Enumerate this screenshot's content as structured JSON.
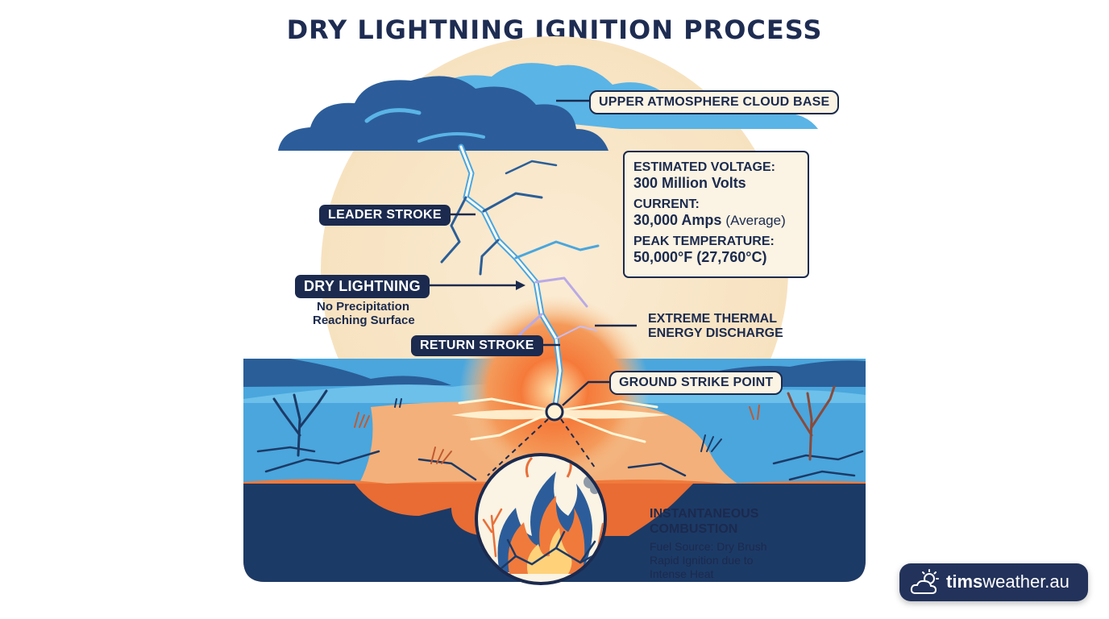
{
  "title": "DRY LIGHTNING IGNITION PROCESS",
  "labels": {
    "cloud_base": "UPPER ATMOSPHERE CLOUD BASE",
    "leader_stroke": "LEADER STROKE",
    "dry_lightning": "DRY LIGHTNING",
    "no_precip_1": "No Precipitation",
    "no_precip_2": "Reaching Surface",
    "return_stroke": "RETURN STROKE",
    "thermal_1": "EXTREME THERMAL",
    "thermal_2": "ENERGY DISCHARGE",
    "ground_strike": "GROUND STRIKE POINT",
    "combustion_1": "INSTANTANEOUS",
    "combustion_2": "COMBUSTION",
    "fuel_1": "Fuel Source: Dry Brush",
    "fuel_2": "Rapid Ignition due to",
    "fuel_3": "Intense Heat"
  },
  "stats": {
    "voltage_label": "ESTIMATED VOLTAGE:",
    "voltage_value": "300 Million Volts",
    "current_label": "CURRENT:",
    "current_value": "30,000 Amps",
    "current_note": "(Average)",
    "temp_label": "PEAK TEMPERATURE:",
    "temp_value": "50,000°F (27,760°C)"
  },
  "brand": {
    "bold": "tims",
    "rest": "weather.au"
  },
  "icons": [
    "cloud-sun-icon"
  ],
  "colors": {
    "navy": "#1b2a4e",
    "sky_blue": "#4aa6dd",
    "dark_blue": "#2a5e98",
    "orange": "#f07a3c",
    "cream": "#fbf3e3"
  }
}
